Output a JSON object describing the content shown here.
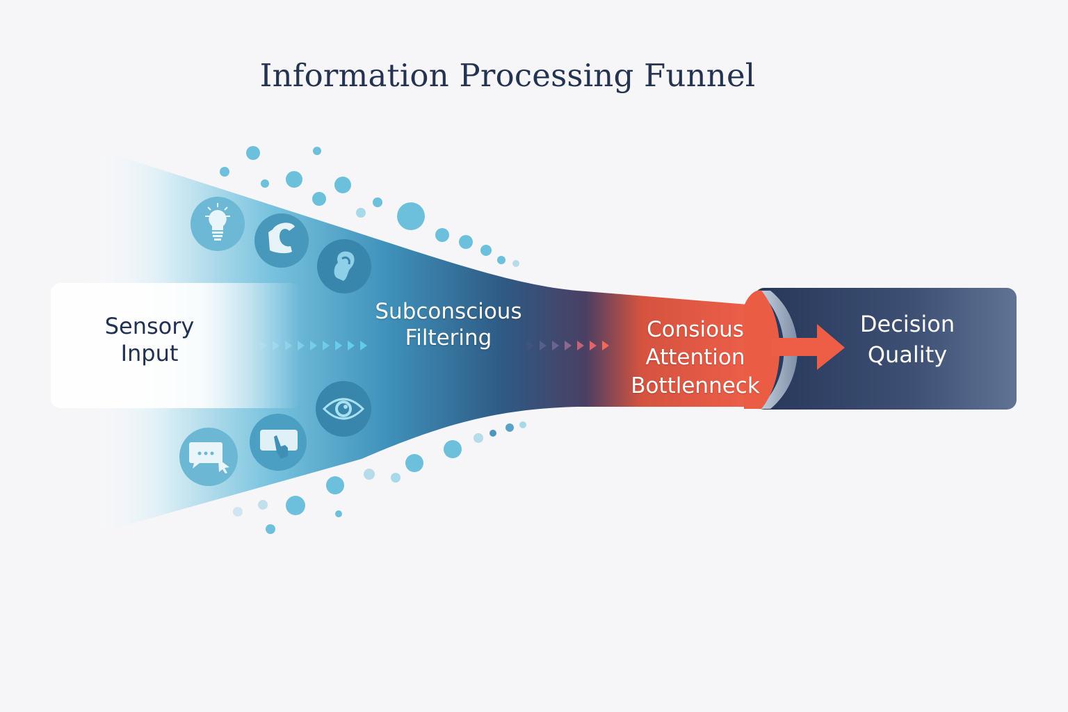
{
  "title": "Information Processing Funnel",
  "stages": [
    {
      "id": "sensory",
      "label_line1": "Sensory",
      "label_line2": "Input"
    },
    {
      "id": "filtering",
      "label_line1": "Subconscious",
      "label_line2": "Filtering"
    },
    {
      "id": "bottleneck",
      "label_line1": "Consious",
      "label_line2": "Attention",
      "label_line3": "Bottlenneck"
    },
    {
      "id": "decision",
      "label_line1": "Decision",
      "label_line2": "Quality"
    }
  ],
  "input_icons": [
    "lightbulb-icon",
    "head-profile-icon",
    "ear-icon",
    "eye-icon",
    "touchscreen-hand-icon",
    "chat-bubble-cursor-icon"
  ],
  "colors": {
    "title": "#243350",
    "funnel_light": "#cfe8f1",
    "funnel_mid": "#4aa3c7",
    "funnel_dark": "#2c4b72",
    "bottleneck": "#e85a43",
    "decision_box": "#2e3e5f",
    "particle": "#6cc0dc"
  }
}
